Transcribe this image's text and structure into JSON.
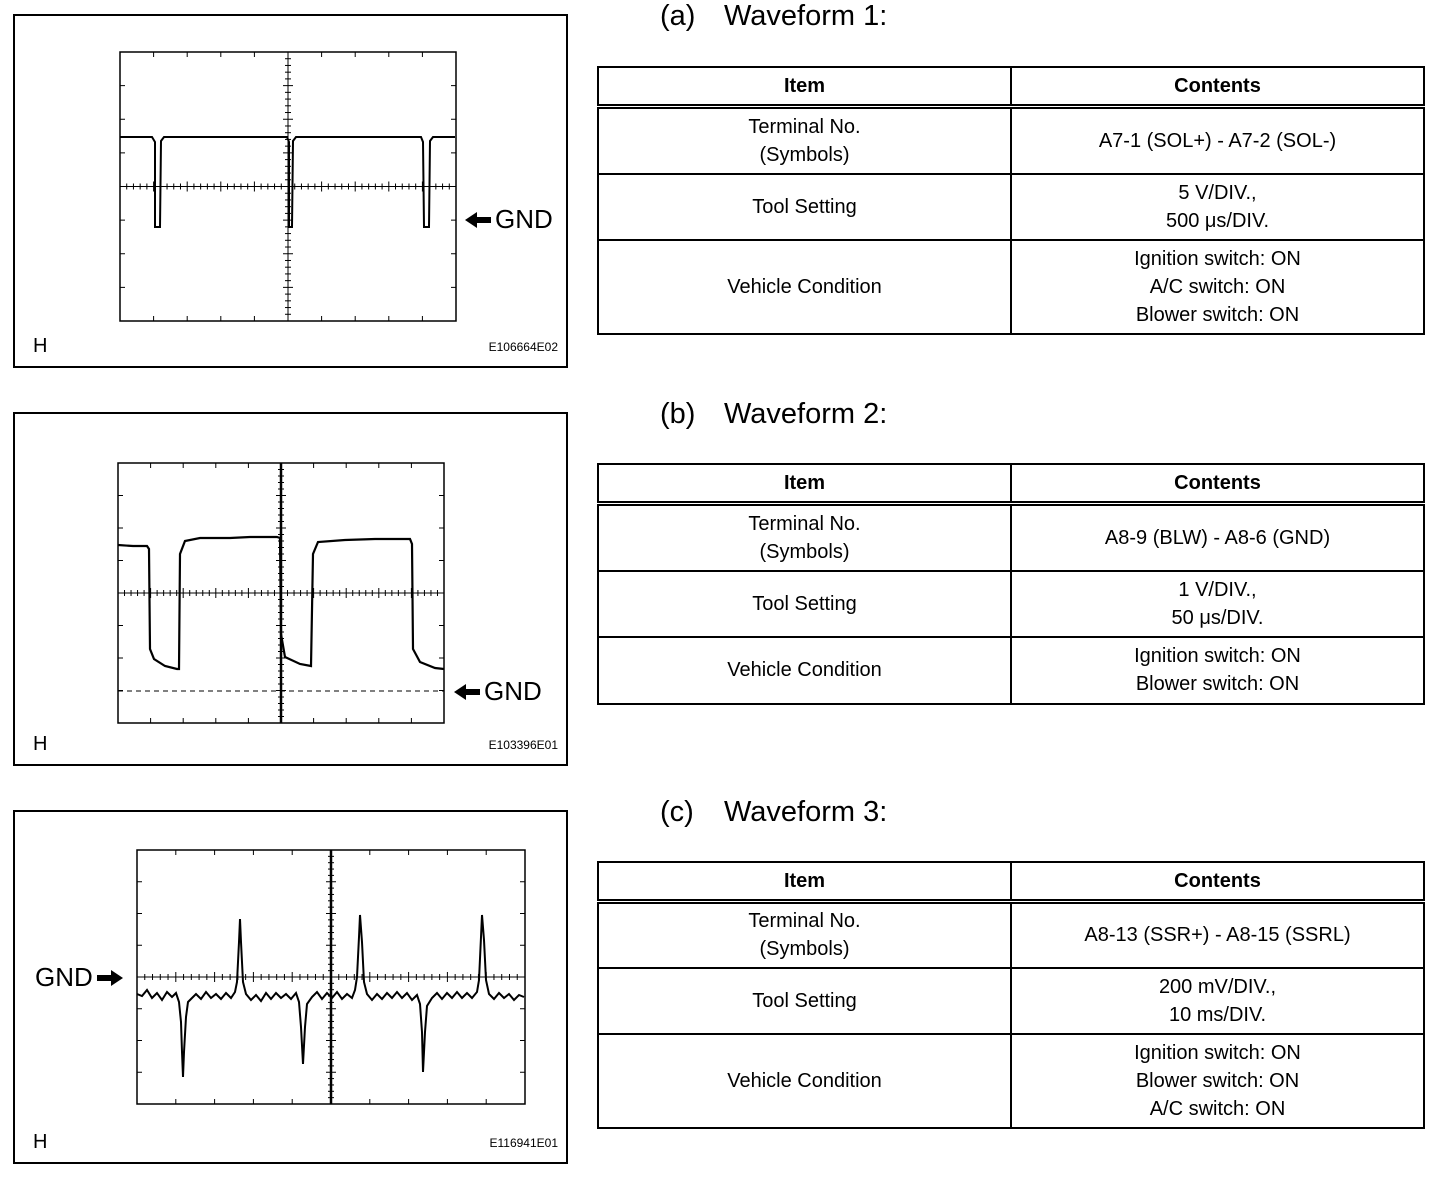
{
  "waveforms": [
    {
      "heading_letter": "(a)",
      "heading_title": "Waveform 1:",
      "frame_corner": "H",
      "frame_code": "E106664E02",
      "gnd_label": "GND",
      "table": {
        "headers": [
          "Item",
          "Contents"
        ],
        "rows": [
          {
            "item": [
              "Terminal No.",
              "(Symbols)"
            ],
            "contents": [
              "A7-1 (SOL+) - A7-2 (SOL-)"
            ]
          },
          {
            "item": [
              "Tool Setting"
            ],
            "contents": [
              "5 V/DIV.,",
              "500 μs/DIV."
            ]
          },
          {
            "item": [
              "Vehicle Condition"
            ],
            "contents": [
              "Ignition switch: ON",
              "A/C switch: ON",
              "Blower switch: ON"
            ]
          }
        ]
      }
    },
    {
      "heading_letter": "(b)",
      "heading_title": "Waveform 2:",
      "frame_corner": "H",
      "frame_code": "E103396E01",
      "gnd_label": "GND",
      "table": {
        "headers": [
          "Item",
          "Contents"
        ],
        "rows": [
          {
            "item": [
              "Terminal No.",
              "(Symbols)"
            ],
            "contents": [
              "A8-9 (BLW) - A8-6 (GND)"
            ]
          },
          {
            "item": [
              "Tool Setting"
            ],
            "contents": [
              "1 V/DIV.,",
              "50 μs/DIV."
            ]
          },
          {
            "item": [
              "Vehicle Condition"
            ],
            "contents": [
              "Ignition switch: ON",
              "Blower switch: ON"
            ]
          }
        ]
      }
    },
    {
      "heading_letter": "(c)",
      "heading_title": "Waveform 3:",
      "frame_corner": "H",
      "frame_code": "E116941E01",
      "gnd_label": "GND",
      "table": {
        "headers": [
          "Item",
          "Contents"
        ],
        "rows": [
          {
            "item": [
              "Terminal No.",
              "(Symbols)"
            ],
            "contents": [
              "A8-13 (SSR+) - A8-15 (SSRL)"
            ]
          },
          {
            "item": [
              "Tool Setting"
            ],
            "contents": [
              "200 mV/DIV.,",
              "10 ms/DIV."
            ]
          },
          {
            "item": [
              "Vehicle Condition"
            ],
            "contents": [
              "Ignition switch: ON",
              "Blower switch: ON",
              "A/C switch: ON"
            ]
          }
        ]
      }
    }
  ]
}
